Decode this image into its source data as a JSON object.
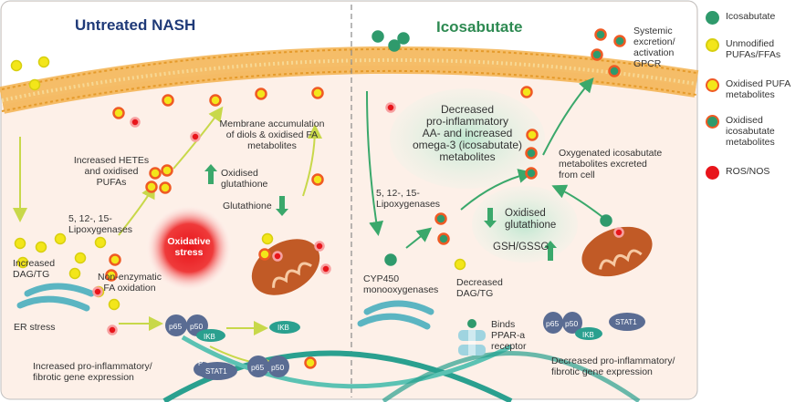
{
  "left_panel": {
    "title": "Untreated NASH",
    "labels": {
      "hetes": "Increased HETEs\nand oxidised\nPUFAs",
      "lipoxygenases": "5, 12-, 15-\nLipoxygenases",
      "dag": "Increased\nDAG/TG",
      "nonenzymatic": "Non-enzymatic\nFA oxidation",
      "er_stress": "ER stress",
      "oxidative_stress": "Oxidative\nstress",
      "membrane_accumulation": "Membrane accumulation\nof diols & oxidised FA\nmetabolites",
      "oxidised_glutathione": "Oxidised\nglutathione",
      "glutathione": "Glutathione",
      "gene_expression": "Increased pro-inflammatory/\nfibrotic gene expression"
    }
  },
  "right_panel": {
    "title": "Icosabutate",
    "labels": {
      "systemic": "Systemic\nexcretion/\nactivation\nGPCR",
      "decreased_proinflammatory": "Decreased\npro-inflammatory\nAA- and increased\nomega-3 (icosabutate)\nmetabolites",
      "oxygenated": "Oxygenated icosabutate\nmetabolites excreted\nfrom cell",
      "lipoxygenases": "5, 12-, 15-\nLipoxygenases",
      "oxidised_glutathione": "Oxidised\nglutathione",
      "gsh_gssg": "GSH/GSSG",
      "cyp450": "CYP450\nmonooxygenases",
      "decreased_dag": "Decreased\nDAG/TG",
      "binds_ppar": "Binds\nPPAR-a\nreceptor",
      "gene_expression": "Decreased pro-inflammatory/\nfibrotic gene expression"
    }
  },
  "proteins": {
    "p65": "p65",
    "p50": "p50",
    "ikb": "IKB",
    "stat1": "STAT1",
    "p": "P"
  },
  "legend": [
    {
      "label": "Icosabutate",
      "color": "#2f9a6c",
      "ring": "#2f9a6c"
    },
    {
      "label": "Unmodified\nPUFAs/FFAs",
      "color": "#f3e61a",
      "ring": "#d7cf10"
    },
    {
      "label": "Oxidised PUFA\nmetabolites",
      "color": "#f3e61a",
      "ring": "#ef5a24"
    },
    {
      "label": "Oxidised\nicosabutate\nmetabolites",
      "color": "#2f9a6c",
      "ring": "#ef5a24"
    },
    {
      "label": "ROS/NOS",
      "color": "#e8151b",
      "ring": "#e8151b"
    }
  ],
  "colors": {
    "title_left": "#1f3a78",
    "title_right": "#2e8a52",
    "membrane": "#f3b14e",
    "cell_bg": "#fdf0e8",
    "arrow": "#c8d84a",
    "protein": "#5a6c93",
    "ikb": "#2aa08f"
  }
}
